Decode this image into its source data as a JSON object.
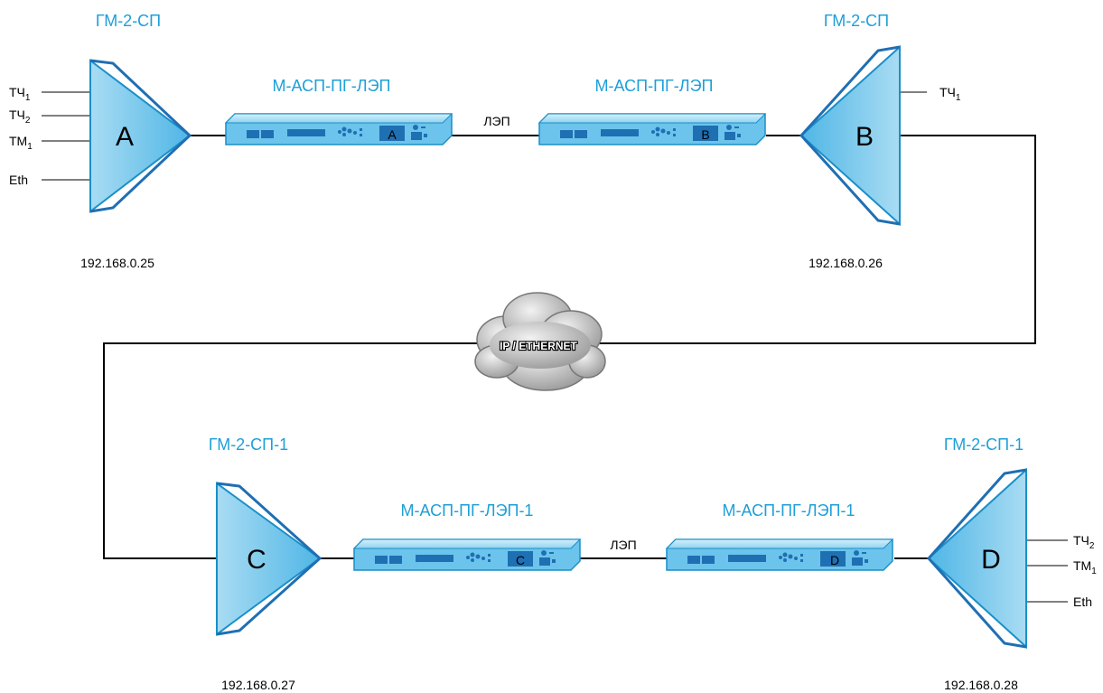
{
  "nodes": {
    "a": {
      "type": "ГМ-2-СП",
      "letter": "A",
      "ip": "192.168.0.25",
      "ports": [
        {
          "base": "ТЧ",
          "sub": "1"
        },
        {
          "base": "ТЧ",
          "sub": "2"
        },
        {
          "base": "ТМ",
          "sub": "1"
        },
        {
          "base": "Eth",
          "sub": ""
        }
      ]
    },
    "b": {
      "type": "ГМ-2-СП",
      "letter": "B",
      "ip": "192.168.0.26",
      "ports": [
        {
          "base": "ТЧ",
          "sub": "1"
        }
      ]
    },
    "c": {
      "type": "ГМ-2-СП-1",
      "letter": "C",
      "ip": "192.168.0.27",
      "ports": []
    },
    "d": {
      "type": "ГМ-2-СП-1",
      "letter": "D",
      "ip": "192.168.0.28",
      "ports": [
        {
          "base": "ТЧ",
          "sub": "2"
        },
        {
          "base": "ТМ",
          "sub": "1"
        },
        {
          "base": "Eth",
          "sub": ""
        }
      ]
    }
  },
  "modems": {
    "a": {
      "label": "М-АСП-ПГ-ЛЭП",
      "letter": "A"
    },
    "b": {
      "label": "М-АСП-ПГ-ЛЭП",
      "letter": "B"
    },
    "c": {
      "label": "М-АСП-ПГ-ЛЭП-1",
      "letter": "C"
    },
    "d": {
      "label": "М-АСП-ПГ-ЛЭП-1",
      "letter": "D"
    }
  },
  "links": {
    "top": "ЛЭП",
    "bottom": "ЛЭП"
  },
  "cloud": {
    "label": "IP / ETHERNET"
  },
  "colors": {
    "accent": "#1e9fd8",
    "device_fill": "#7fcdee",
    "device_stroke": "#1a8fc8",
    "device_dark": "#1f6fb3"
  }
}
